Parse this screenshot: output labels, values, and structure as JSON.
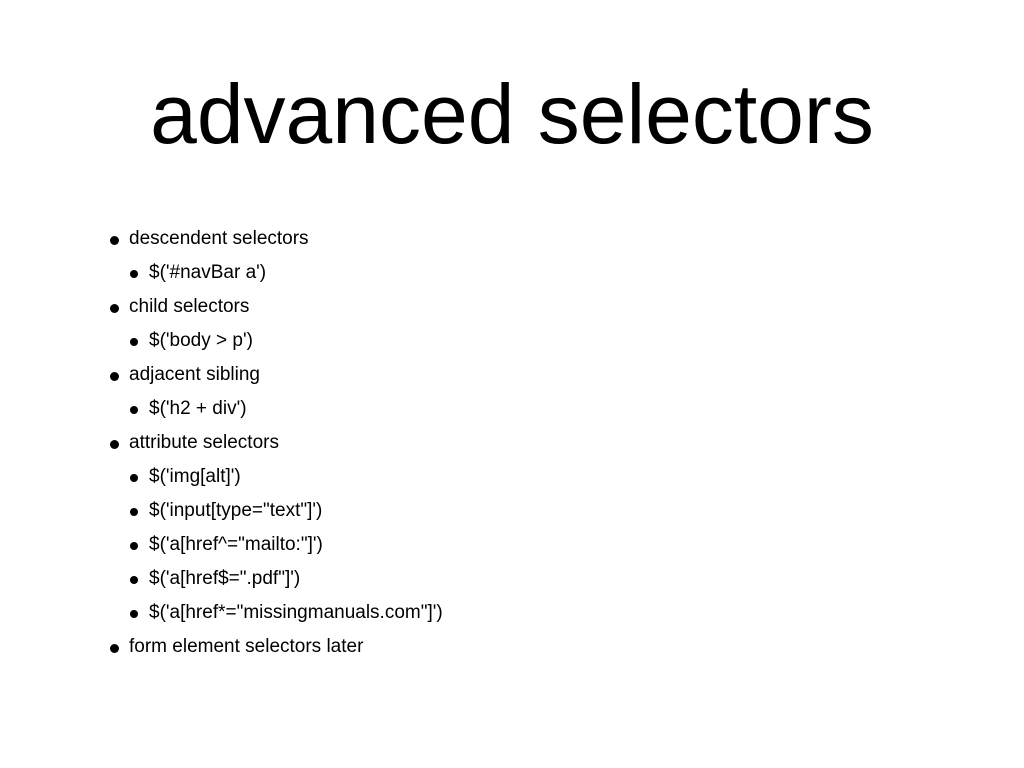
{
  "slide": {
    "title": "advanced selectors",
    "colors": {
      "background": "#ffffff",
      "text": "#000000"
    },
    "bullets": [
      {
        "level": 1,
        "text": "descendent selectors"
      },
      {
        "level": 2,
        "text": "$('#navBar a')"
      },
      {
        "level": 1,
        "text": "child selectors"
      },
      {
        "level": 2,
        "text": "$('body > p')"
      },
      {
        "level": 1,
        "text": "adjacent sibling"
      },
      {
        "level": 2,
        "text": "$('h2 + div')"
      },
      {
        "level": 1,
        "text": "attribute selectors"
      },
      {
        "level": 2,
        "text": "$('img[alt]')"
      },
      {
        "level": 2,
        "text": "$('input[type=\"text\"]')"
      },
      {
        "level": 2,
        "text": "$('a[href^=\"mailto:\"]')"
      },
      {
        "level": 2,
        "text": "$('a[href$=\".pdf\"]')"
      },
      {
        "level": 2,
        "text": "$('a[href*=\"missingmanuals.com\"]')"
      },
      {
        "level": 1,
        "text": "form element selectors later"
      }
    ]
  }
}
